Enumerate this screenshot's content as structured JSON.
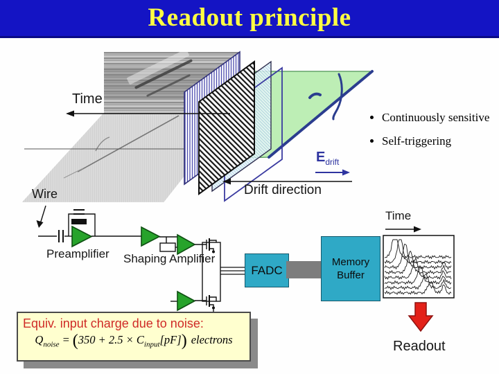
{
  "slide": {
    "title": "Readout principle"
  },
  "detector": {
    "time_label": "Time",
    "e_drift": {
      "base": "E",
      "sub": "drift"
    },
    "drift_direction_label": "Drift direction",
    "bullets": [
      {
        "label": "Continuously sensitive"
      },
      {
        "label": "Self-triggering"
      }
    ]
  },
  "circuit": {
    "wire_label": "Wire",
    "preamplifier_label": "Preamplifier",
    "shaping_amplifier_label": "Shaping Amplifier",
    "fadc_label": "FADC",
    "memory_buffer": {
      "line1": "Memory",
      "line2": "Buffer"
    },
    "time_label": "Time",
    "readout_label": "Readout"
  },
  "noise_box": {
    "heading": "Equiv. input charge due to noise:",
    "formula": {
      "q": "Q",
      "q_sub": "noise",
      "eq": "=",
      "open": "(",
      "body": "350 + 2.5 × ",
      "c": "C",
      "c_sub": "input",
      "unit": "[pF]",
      "close": ")",
      "tail": "electrons"
    }
  },
  "colors": {
    "title_bar_bg": "#1414c4",
    "title_fg": "#ffff42",
    "box_teal": "#2fa9c6",
    "amp_green": "#27a32b",
    "drift_volume_green": "#bdeeb5",
    "readout_arrow_red": "#e32119",
    "noise_box_bg": "#ffffcf",
    "noise_heading_red": "#cf2a27",
    "connector_gray": "#7d7d7d",
    "blue_ink": "#2e34a0"
  }
}
